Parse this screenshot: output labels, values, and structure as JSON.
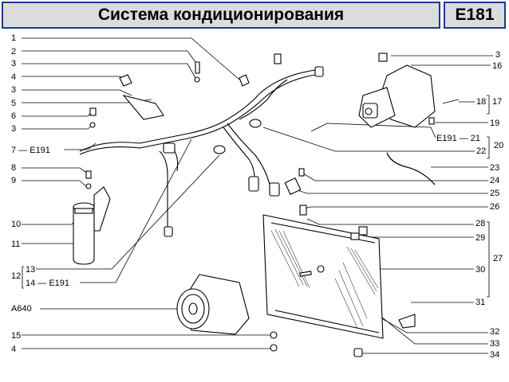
{
  "header": {
    "title": "Система кондиционирования",
    "code": "E181"
  },
  "labels_left": [
    {
      "id": "l1",
      "text": "1"
    },
    {
      "id": "l2",
      "text": "2"
    },
    {
      "id": "l3a",
      "text": "3"
    },
    {
      "id": "l4a",
      "text": "4"
    },
    {
      "id": "l3b",
      "text": "3"
    },
    {
      "id": "l5",
      "text": "5"
    },
    {
      "id": "l6",
      "text": "6"
    },
    {
      "id": "l3c",
      "text": "3"
    },
    {
      "id": "l7",
      "text": "7 — E191"
    },
    {
      "id": "l8",
      "text": "8"
    },
    {
      "id": "l9",
      "text": "9"
    },
    {
      "id": "l10",
      "text": "10"
    },
    {
      "id": "l11",
      "text": "11"
    },
    {
      "id": "l13",
      "text": "13"
    },
    {
      "id": "l12",
      "text": "12"
    },
    {
      "id": "l14",
      "text": "14 — E191"
    },
    {
      "id": "la640",
      "text": "A640"
    },
    {
      "id": "l15",
      "text": "15"
    },
    {
      "id": "l4b",
      "text": "4"
    }
  ],
  "labels_right": [
    {
      "id": "r3",
      "text": "3"
    },
    {
      "id": "r16",
      "text": "16"
    },
    {
      "id": "r18",
      "text": "18"
    },
    {
      "id": "r17",
      "text": "17"
    },
    {
      "id": "r19",
      "text": "19"
    },
    {
      "id": "r21",
      "text": "E191 — 21"
    },
    {
      "id": "r20",
      "text": "20"
    },
    {
      "id": "r22",
      "text": "22"
    },
    {
      "id": "r23",
      "text": "23"
    },
    {
      "id": "r24",
      "text": "24"
    },
    {
      "id": "r25",
      "text": "25"
    },
    {
      "id": "r26",
      "text": "26"
    },
    {
      "id": "r28",
      "text": "28"
    },
    {
      "id": "r29",
      "text": "29"
    },
    {
      "id": "r27",
      "text": "27"
    },
    {
      "id": "r30",
      "text": "30"
    },
    {
      "id": "r31",
      "text": "31"
    },
    {
      "id": "r32",
      "text": "32"
    },
    {
      "id": "r33",
      "text": "33"
    },
    {
      "id": "r34",
      "text": "34"
    }
  ]
}
